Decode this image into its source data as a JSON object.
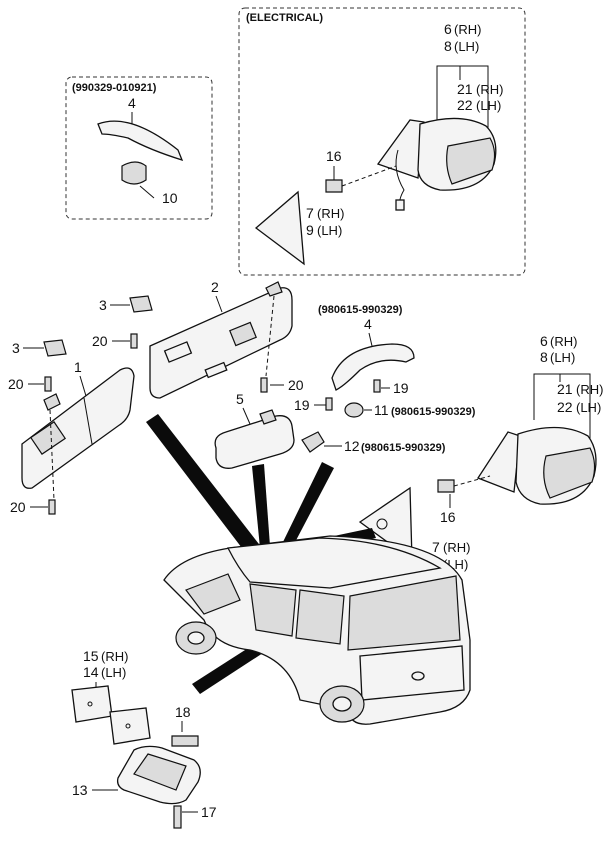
{
  "boxes": {
    "electrical": "(ELECTRICAL)",
    "handle_dates": "(990329-010921)"
  },
  "callouts": {
    "c6": "6",
    "c8": "8",
    "c21": "21",
    "c22": "22",
    "c16": "16",
    "c7": "7",
    "c9": "9",
    "c4": "4",
    "c10": "10",
    "c3": "3",
    "c2": "2",
    "c20": "20",
    "c1": "1",
    "c5": "5",
    "c19": "19",
    "c11": "11",
    "c12": "12",
    "c15": "15",
    "c14": "14",
    "c18": "18",
    "c13": "13",
    "c17": "17"
  },
  "sides": {
    "rh": "(RH)",
    "lh": "(LH)"
  },
  "dates": {
    "d980615": "(980615-990329)"
  }
}
